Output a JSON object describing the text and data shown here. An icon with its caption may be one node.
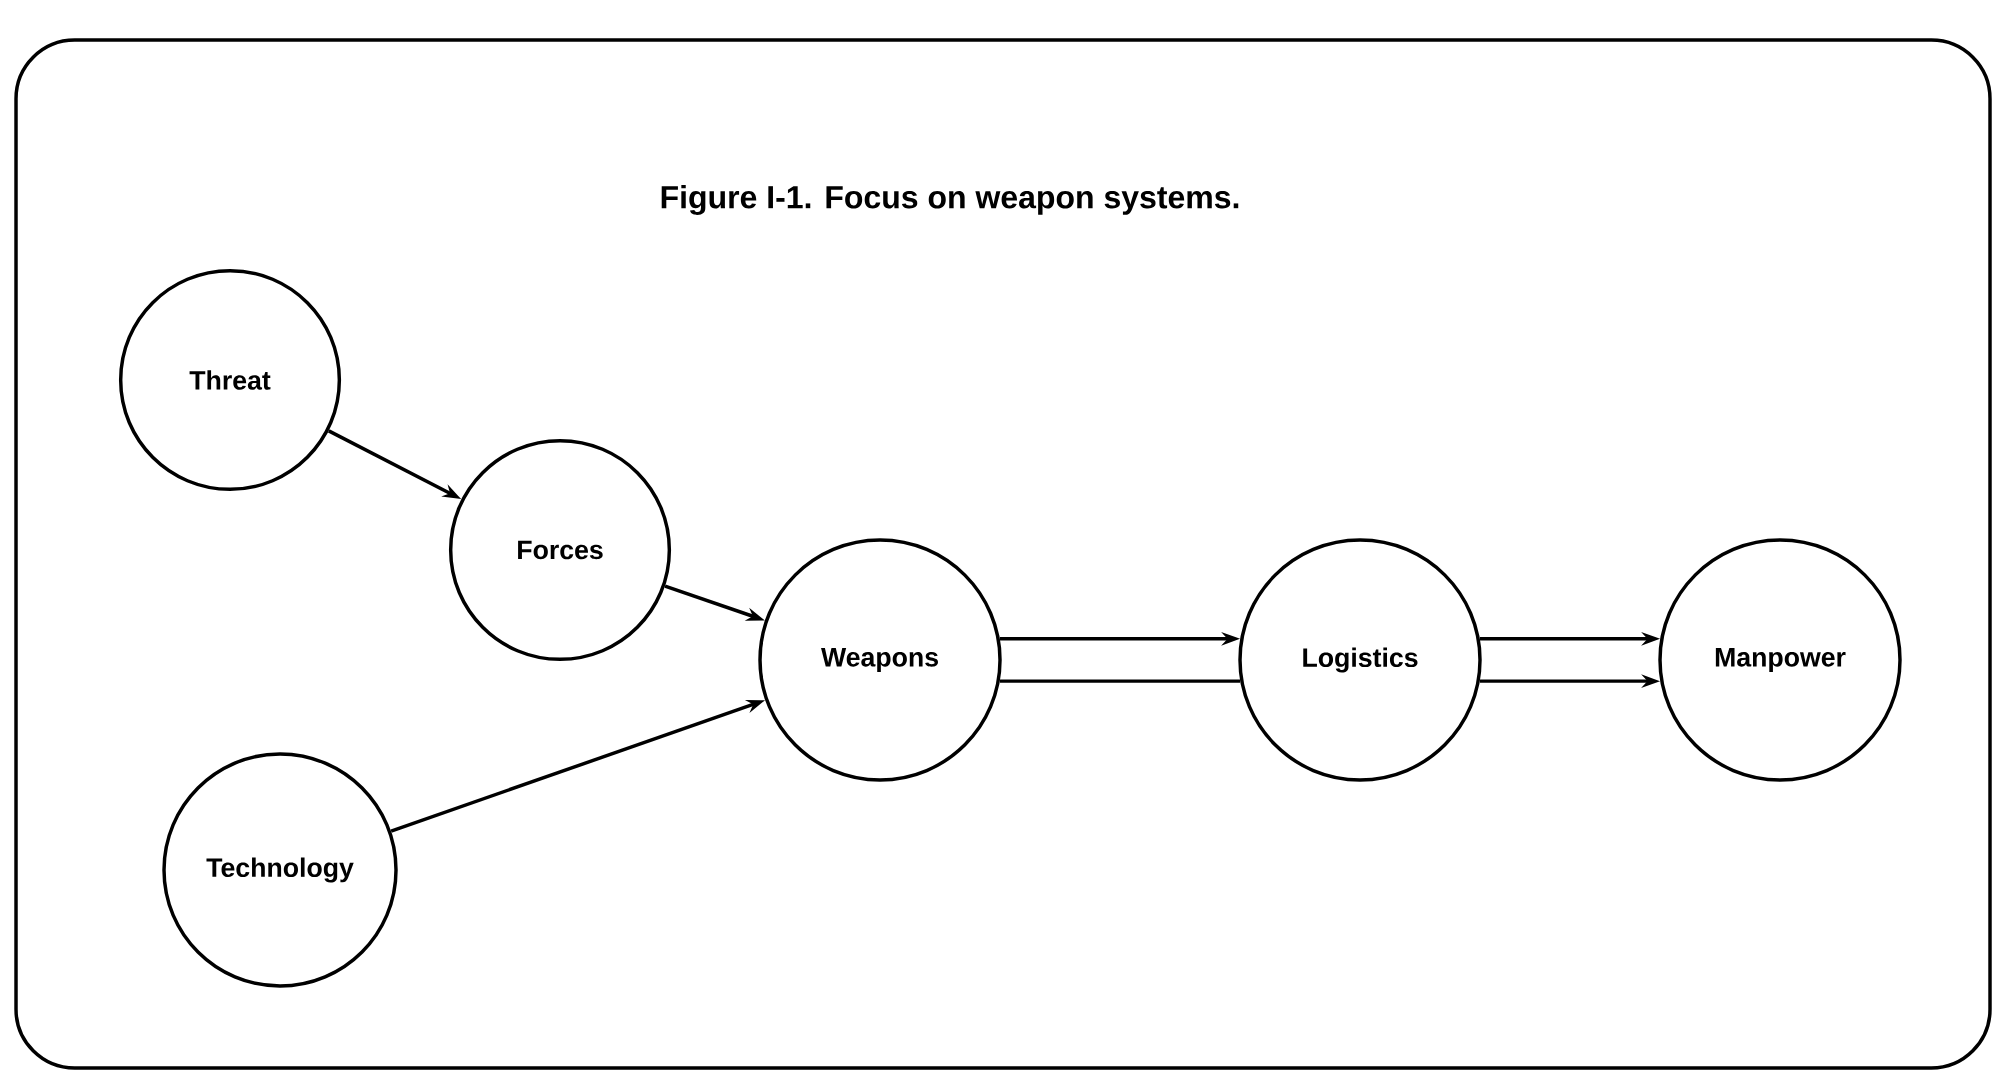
{
  "diagram": {
    "title": "Figure I-1. Focus on weapon systems.",
    "nodes": [
      {
        "text": [
          "Threat"
        ]
      },
      {
        "text": [
          "Forces"
        ]
      },
      {
        "text": [
          "Technology"
        ]
      },
      {
        "text": [
          "Weapons"
        ]
      },
      {
        "text": [
          "Logistics"
        ]
      },
      {
        "text": [
          "Manpower"
        ]
      }
    ],
    "edges": [
      {
        "from": 0,
        "to": 1,
        "arrow": "to"
      },
      {
        "from": 1,
        "to": 3,
        "arrow": "to"
      },
      {
        "from": 2,
        "to": 3,
        "arrow": "to"
      },
      {
        "from": 3,
        "to": 4,
        "arrow": "to"
      },
      {
        "from": 3,
        "to": 4,
        "arrow": "none"
      },
      {
        "from": 4,
        "to": 5,
        "arrow": "to"
      },
      {
        "from": 4,
        "to": 5,
        "arrow": "to"
      }
    ]
  }
}
